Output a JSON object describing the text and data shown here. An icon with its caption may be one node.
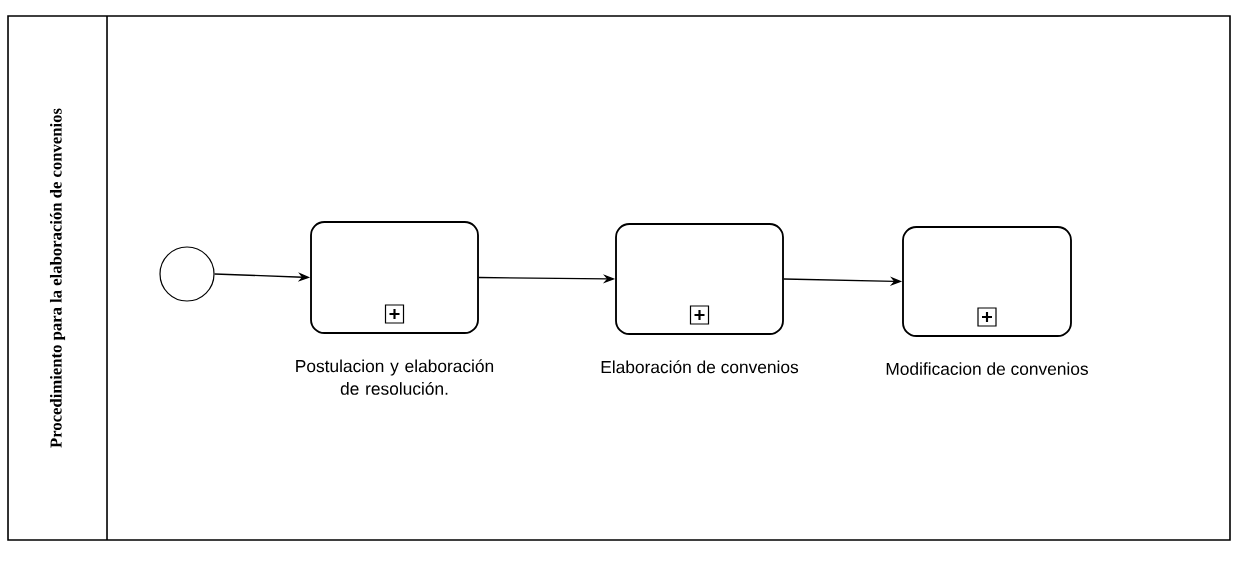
{
  "diagram": {
    "nodes": [
      {
        "text": [
          "Procedimiento para la elaboración de convenios"
        ]
      },
      {
        "text": [],
        "shape": "circle",
        "in": 0
      },
      {
        "text": [
          "Postulacion y elaboración de resolución."
        ],
        "in": 0
      },
      {
        "text": [
          "Elaboración de convenios"
        ],
        "in": 0
      },
      {
        "text": [
          "Modificacion de convenios"
        ],
        "in": 0
      }
    ],
    "edges": [
      {
        "from": 1,
        "to": 2,
        "arrow": "to"
      },
      {
        "from": 2,
        "to": 3,
        "arrow": "to"
      },
      {
        "from": 3,
        "to": 4,
        "arrow": "to"
      }
    ]
  }
}
